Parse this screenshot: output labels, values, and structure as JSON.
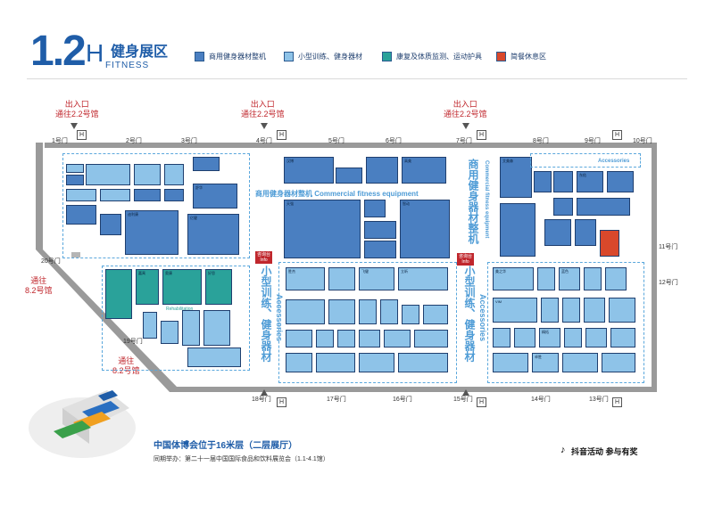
{
  "header": {
    "hall_number": "1.2",
    "hall_letter": "H",
    "title_cn": "健身展区",
    "title_en": "FITNESS"
  },
  "legend": [
    {
      "label": "商用健身器材整机",
      "color": "#4a7fc1"
    },
    {
      "label": "小型训练、健身器材",
      "color": "#8ec3e8"
    },
    {
      "label": "康复及体质监测、运动护具",
      "color": "#2aa29a"
    },
    {
      "label": "简餐休息区",
      "color": "#d9482b"
    }
  ],
  "entrances": {
    "top_left": {
      "line1": "出入口",
      "line2": "通往2.2号馆"
    },
    "top_mid": {
      "line1": "出入口",
      "line2": "通往2.2号馆"
    },
    "top_right": {
      "line1": "出入口",
      "line2": "通往2.2号馆"
    },
    "left_upper": {
      "line1": "通往",
      "line2": "8.2号馆"
    },
    "left_lower": {
      "line1": "通往",
      "line2": "8.2号馆"
    }
  },
  "doors": {
    "d1": "1号门",
    "d2": "2号门",
    "d3": "3号门",
    "d4": "4号门",
    "d5": "5号门",
    "d6": "6号门",
    "d7": "7号门",
    "d8": "8号门",
    "d9": "9号门",
    "d10": "10号门",
    "d11": "11号门",
    "d12": "12号门",
    "d13": "13号门",
    "d14": "14号门",
    "d15": "15号门",
    "d16": "16号门",
    "d17": "17号门",
    "d18": "18号门",
    "d19": "19号门",
    "d20": "20号门"
  },
  "zones": {
    "commercial": "商用健身器材整机 Commercial fitness equipment",
    "commercial_vertical": "商用健身器材整机",
    "commercial_vertical_en": "Commercial fitness equipment",
    "accessories_cn": "小型训练、健身器材",
    "accessories_en": "Accessories",
    "rehab": "Rehabilitation",
    "accessories_small": "Accessories"
  },
  "info_points": [
    {
      "line1": "咨询台",
      "line2": "Info"
    },
    {
      "line1": "咨询台",
      "line2": "Info"
    }
  ],
  "booth_labels": {
    "b_sr": "舒华",
    "b_dlkc": "迪利康",
    "b_yrk": "亿健",
    "b_wbg": "汉博",
    "b_gm": "高美",
    "b_tq": "天强",
    "b_zyb": "智动",
    "b_ams": "艾美森",
    "b_dyw": "东佑",
    "b_jy": "嘉禹",
    "b_ak": "奥康",
    "b_hs": "好思",
    "b_sj": "胜杰",
    "b_fj": "飞健",
    "b_lx": "立昕",
    "b_mzh": "美之华",
    "b_blue": "蓝色",
    "b_vim": "VIM",
    "b_jt": "精拓",
    "b_zs": "卓胜"
  },
  "footer": {
    "location": "中国体博会位于16米层（二层展厅）",
    "concurrent": "同期举办：第二十一届中国国际食品和饮料展览会（1.1-4.1馆）",
    "tiktok_label": "抖音活动  参与有奖"
  }
}
